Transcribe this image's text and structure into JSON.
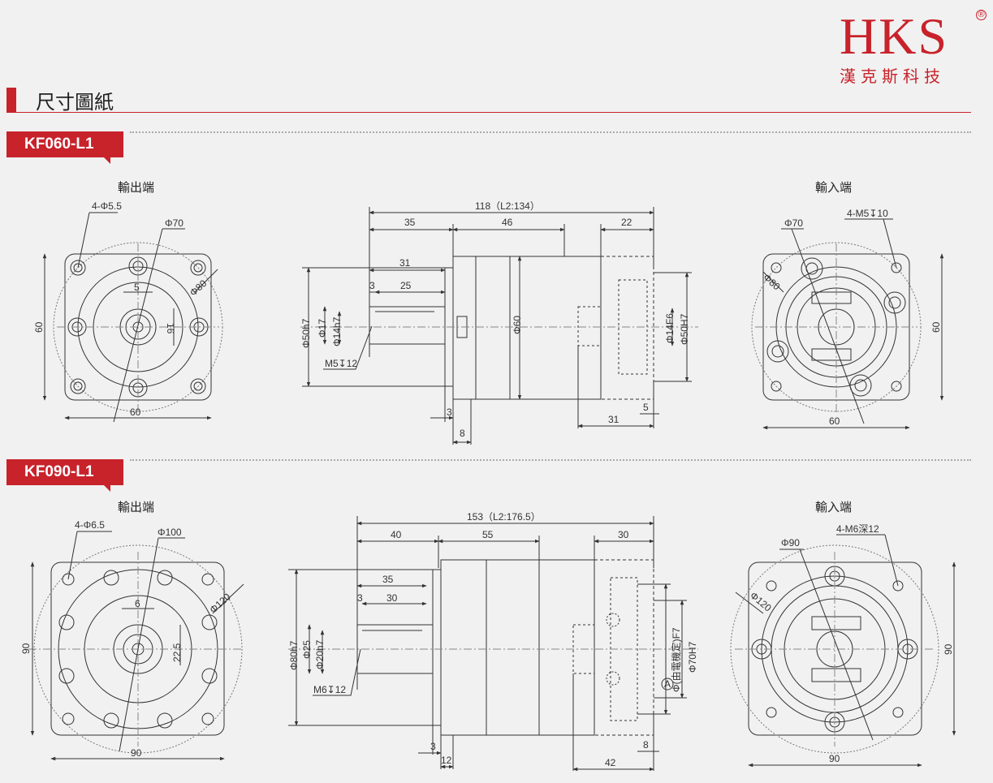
{
  "brand": {
    "logo_text": "HKS",
    "registered_mark": "®",
    "subtitle": "漢克斯科技"
  },
  "section": {
    "title": "尺寸圖紙"
  },
  "colors": {
    "accent": "#c8222b",
    "line": "#333333",
    "background": "#f1f1f1"
  },
  "models": [
    {
      "name": "KF060-L1",
      "output_label": "輸出端",
      "input_label": "輸入端",
      "output_view": {
        "holes": "4-Φ5.5",
        "bolt_circle": "Φ70",
        "pcd": "Φ80",
        "key_width": "5",
        "shaft_height": "16",
        "height": "60",
        "width": "60"
      },
      "side_view": {
        "total": "118（L2:134）",
        "d1": "35",
        "d2": "46",
        "d3": "22",
        "d4": "31",
        "d5": "3",
        "d6": "25",
        "dia1": "Φ50h7",
        "dia2": "Φ17",
        "dia3": "Φ14h7",
        "thread": "M5↧12",
        "body": "Φ60",
        "dia4": "Φ14F6",
        "dia5": "Φ50H7",
        "b1": "3",
        "b2": "8",
        "b3": "31",
        "b4": "5"
      },
      "input_view": {
        "holes": "4-M5↧10",
        "bolt_circle": "Φ70",
        "pcd": "Φ80",
        "height": "60",
        "width": "60"
      }
    },
    {
      "name": "KF090-L1",
      "output_label": "輸出端",
      "input_label": "輸入端",
      "output_view": {
        "holes": "4-Φ6.5",
        "bolt_circle": "Φ100",
        "pcd": "Φ120",
        "key_width": "6",
        "shaft_height": "22.5",
        "height": "90",
        "width": "90"
      },
      "side_view": {
        "total": "153（L2:176.5）",
        "d1": "40",
        "d2": "55",
        "d3": "30",
        "d4": "35",
        "d5": "3",
        "d6": "30",
        "dia1": "Φ80h7",
        "dia2": "Φ25",
        "dia3": "Φ20h7",
        "thread": "M6↧12",
        "dia4": "Φ(由電機定)F7",
        "dia5": "Φ70H7",
        "marker": "A",
        "b1": "3",
        "b2": "12",
        "b3": "42",
        "b4": "8"
      },
      "input_view": {
        "holes": "4-M6深12",
        "bolt_circle": "Φ90",
        "pcd": "Φ120",
        "height": "90",
        "width": "90"
      }
    }
  ]
}
